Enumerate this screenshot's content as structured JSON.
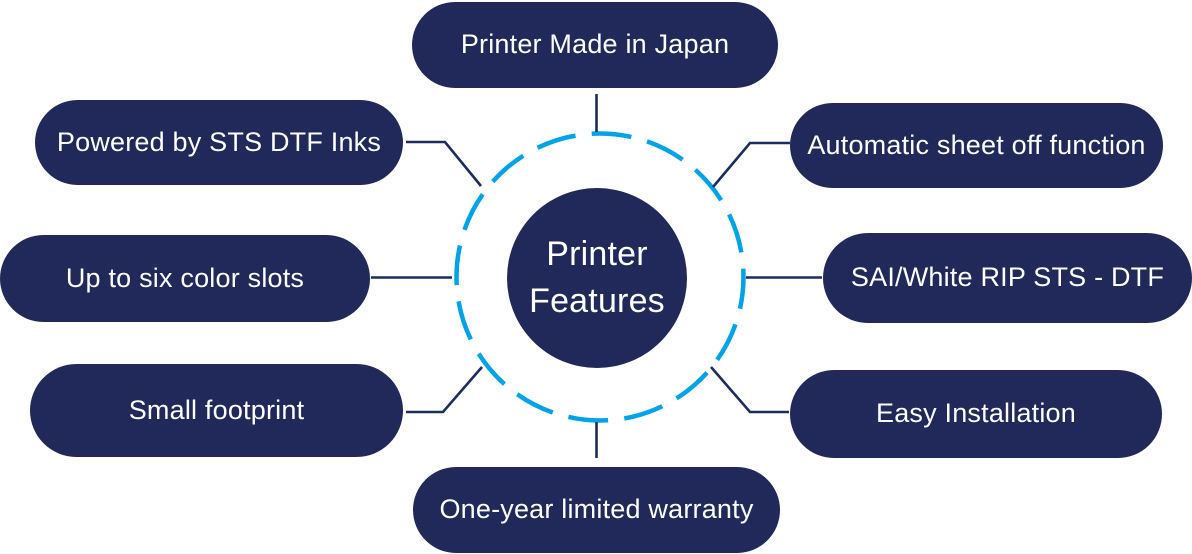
{
  "center": {
    "label": "Printer Features",
    "lines": [
      "Printer",
      "Features"
    ]
  },
  "features": [
    {
      "id": "top",
      "label": "Printer Made in Japan"
    },
    {
      "id": "top-right",
      "label": "Automatic sheet off function"
    },
    {
      "id": "right",
      "label": "SAI/White RIP STS - DTF"
    },
    {
      "id": "bottom-right",
      "label": "Easy Installation"
    },
    {
      "id": "bottom",
      "label": "One-year limited warranty"
    },
    {
      "id": "bottom-left",
      "label": "Small footprint"
    },
    {
      "id": "left",
      "label": "Up to six color slots"
    },
    {
      "id": "top-left",
      "label": "Powered by STS DTF Inks"
    }
  ],
  "colors": {
    "bubble_fill": "#20295a",
    "connector_line": "#1b2d5e",
    "dashed_ring": "#00a3e8",
    "text": "#ffffff",
    "background": "#ffffff"
  }
}
